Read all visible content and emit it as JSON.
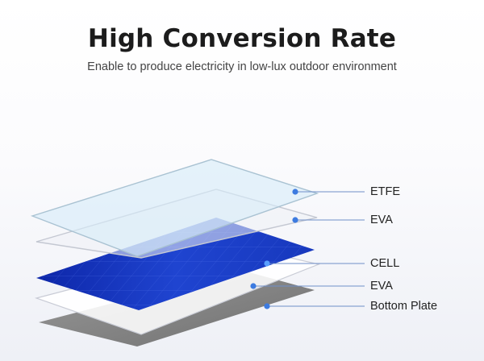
{
  "header": {
    "title": "High Conversion Rate",
    "subtitle": "Enable to produce electricity in low-lux outdoor environment"
  },
  "layers": [
    {
      "name": "ETFE"
    },
    {
      "name": "EVA"
    },
    {
      "name": "CELL"
    },
    {
      "name": "EVA"
    },
    {
      "name": "Bottom Plate"
    }
  ],
  "colors": {
    "leader": "#6f8fc9",
    "dot": "#3d7be0",
    "cell": "#1b3cc4",
    "bottom": "#8a8a8a"
  }
}
